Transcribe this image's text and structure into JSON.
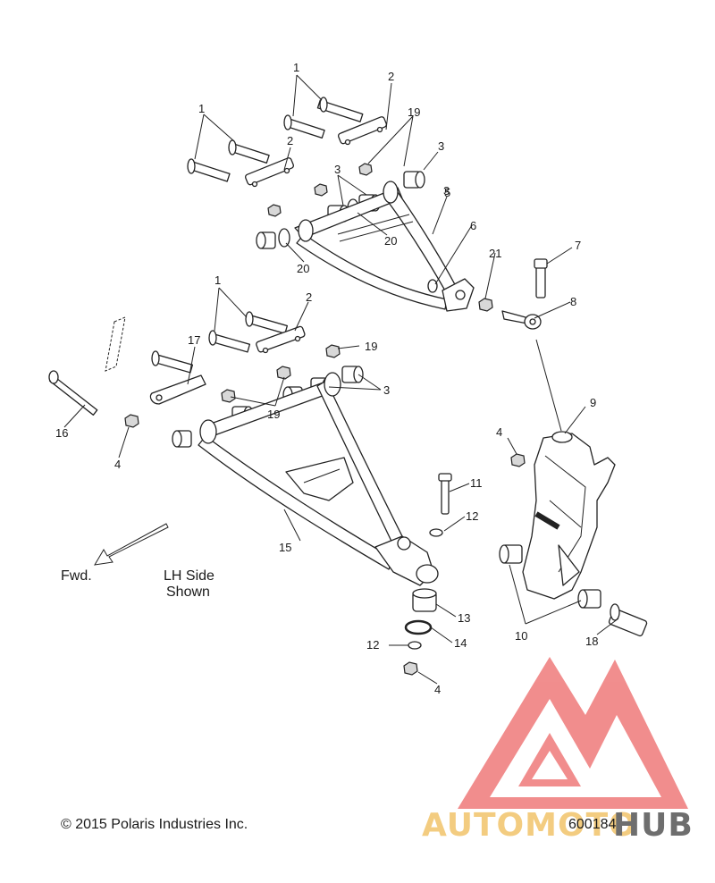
{
  "diagram": {
    "copyright": "© 2015 Polaris Industries Inc.",
    "drawing_number": "600184",
    "direction_label": "Fwd.",
    "view_note_line1": "LH Side",
    "view_note_line2": "Shown",
    "callouts": [
      "1",
      "1",
      "1",
      "2",
      "2",
      "2",
      "3",
      "3",
      "3",
      "3",
      "4",
      "4",
      "4",
      "5",
      "6",
      "7",
      "8",
      "9",
      "10",
      "11",
      "12",
      "12",
      "13",
      "14",
      "15",
      "16",
      "17",
      "18",
      "19",
      "19",
      "19",
      "20",
      "20",
      "21"
    ]
  },
  "watermark": {
    "text_a": "AUTOMOTO",
    "text_b": "HUB",
    "color_red": "#ef6b6b",
    "color_gold": "#f2c46a",
    "color_grey": "#555555"
  }
}
